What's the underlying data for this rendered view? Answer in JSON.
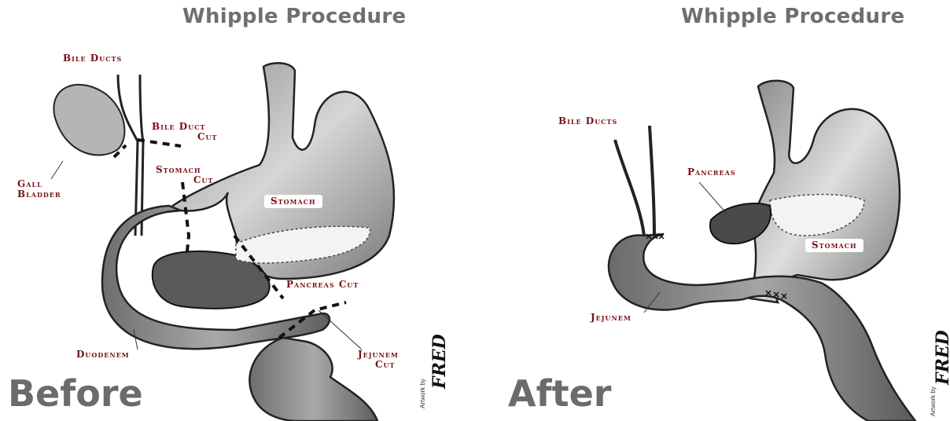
{
  "before": {
    "title": "Whipple Procedure",
    "stage_label": "Before",
    "labels": {
      "bile_ducts": "Bile Ducts",
      "bile_duct_cut_1": "Bile Duct",
      "bile_duct_cut_2": "Cut",
      "gall_bladder_1": "Gall",
      "gall_bladder_2": "Bladder",
      "stomach_cut_1": "Stomach",
      "stomach_cut_2": "Cut",
      "stomach": "Stomach",
      "pancreas_cut": "Pancreas Cut",
      "duodenem": "Duodenem",
      "jejunem_cut_1": "Jejunem",
      "jejunem_cut_2": "Cut"
    }
  },
  "after": {
    "title": "Whipple Procedure",
    "stage_label": "After",
    "labels": {
      "bile_ducts": "Bile Ducts",
      "pancreas": "Pancreas",
      "stomach": "Stomach",
      "jejunem": "Jejunem"
    }
  },
  "signature": "FRED",
  "credit": "Artwork by"
}
